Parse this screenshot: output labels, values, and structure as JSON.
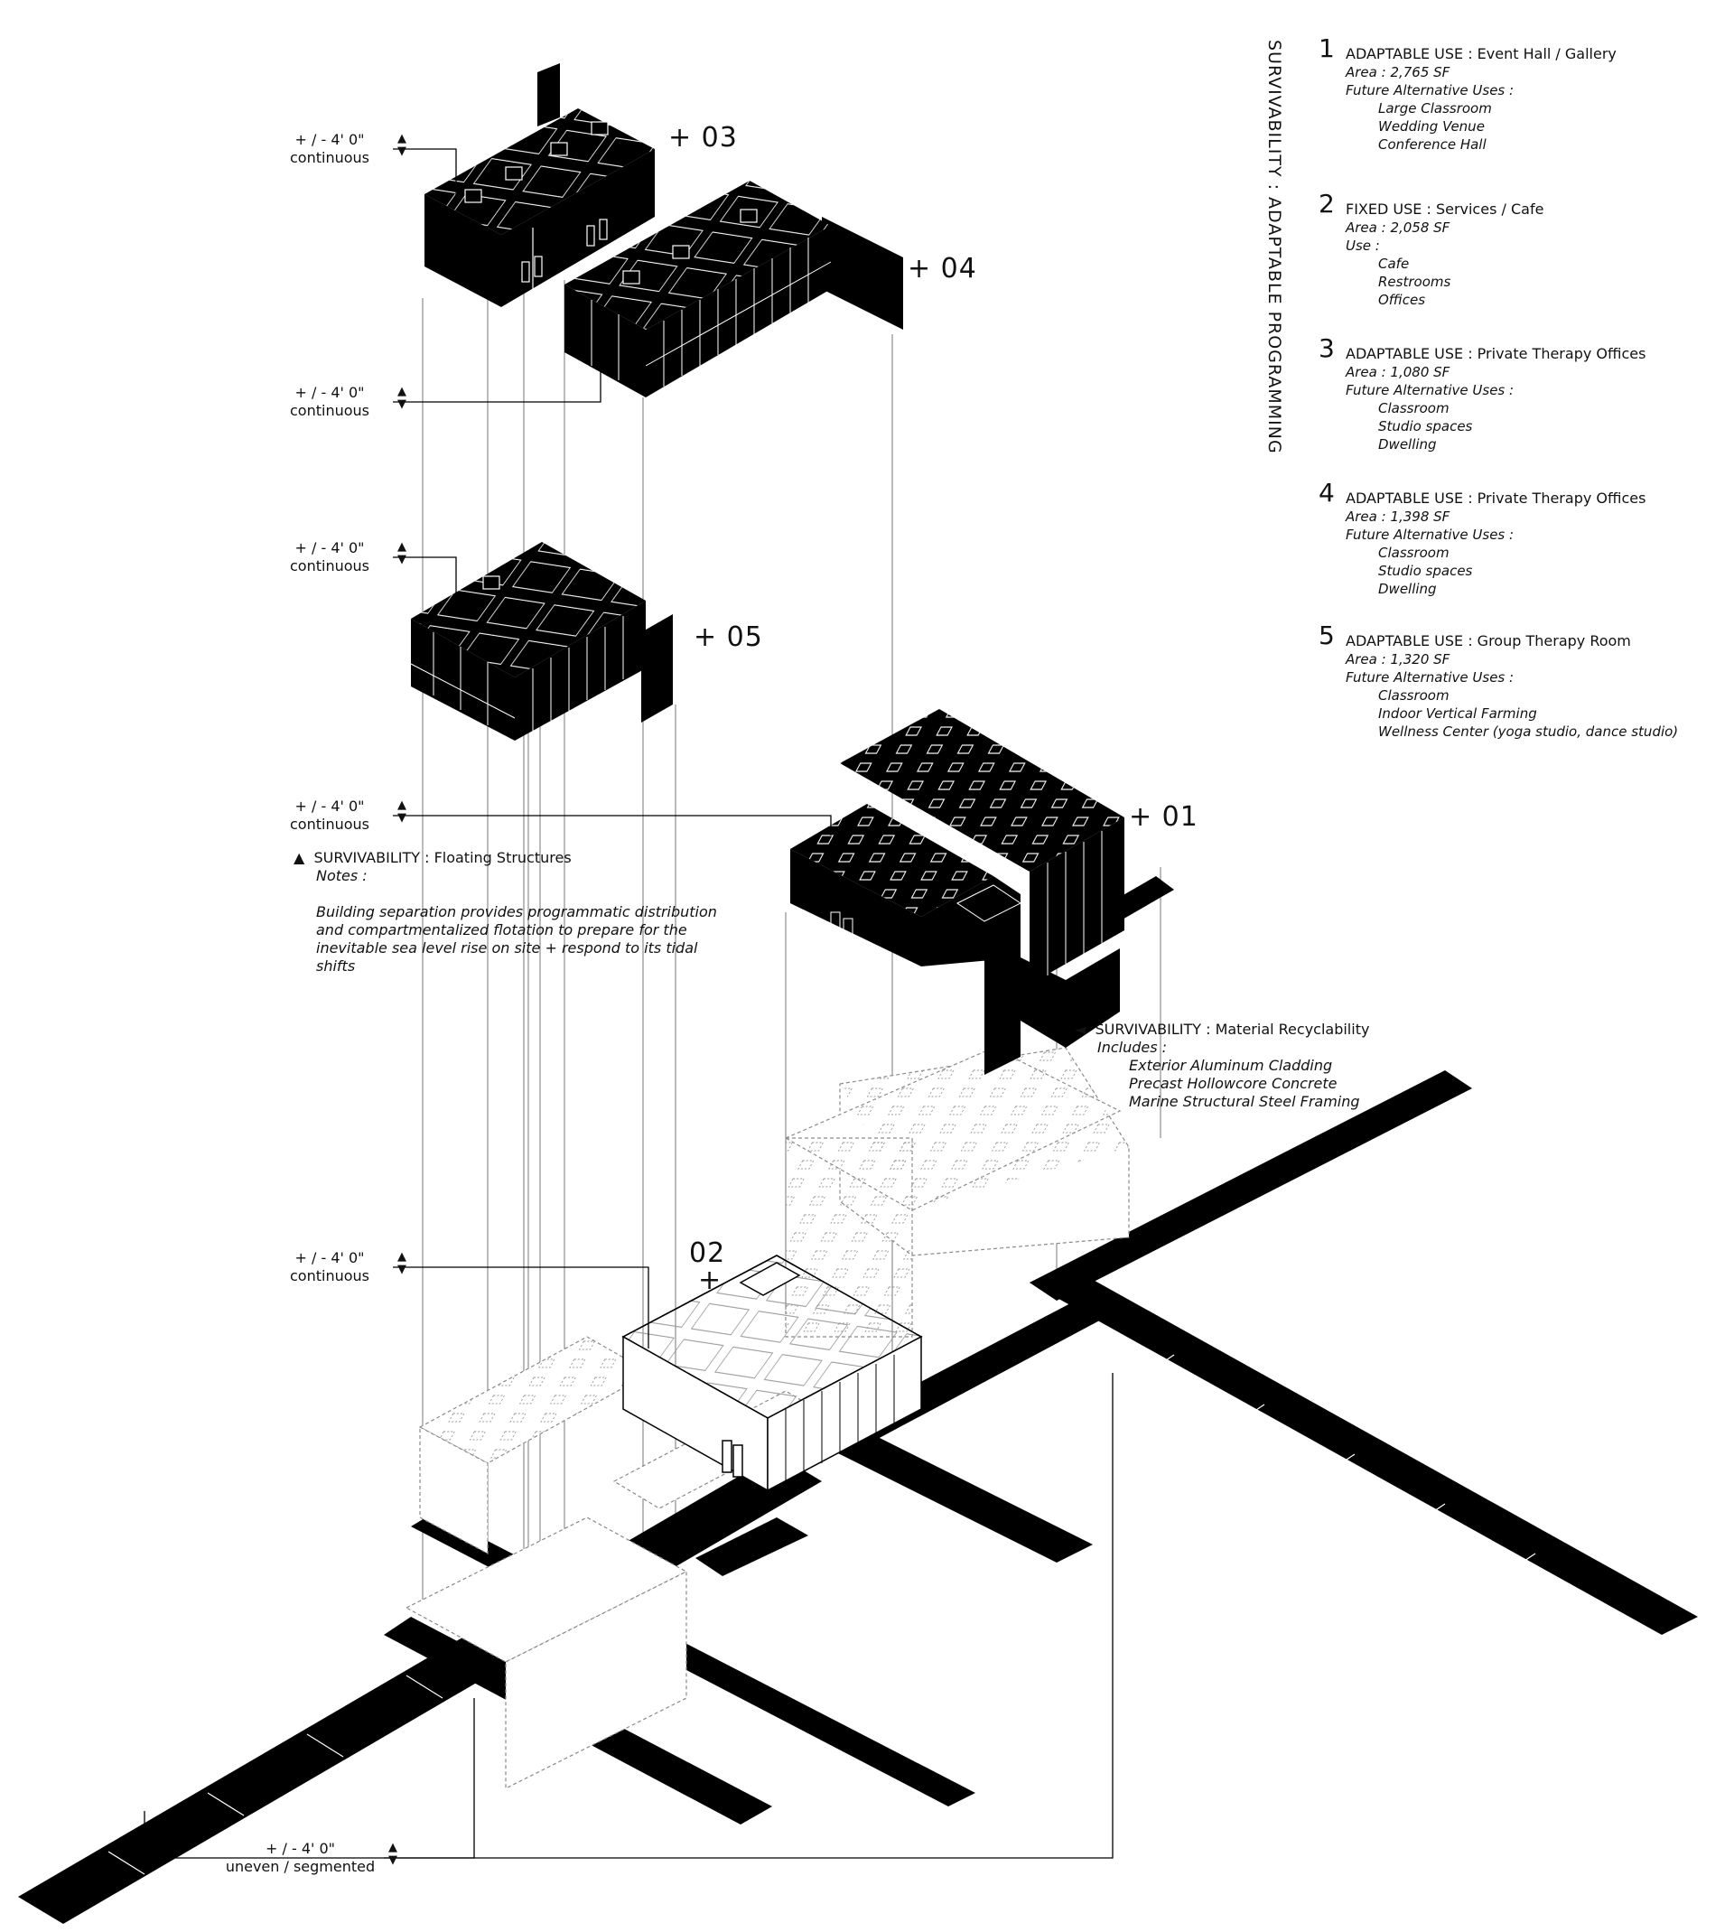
{
  "diagram_title": "SURVIVABILITY : ADAPTABLE PROGRAMMING",
  "level_markers": [
    {
      "value": "+ / - 4' 0\"",
      "desc": "continuous"
    },
    {
      "value": "+ / - 4' 0\"",
      "desc": "continuous"
    },
    {
      "value": "+ / - 4' 0\"",
      "desc": "continuous"
    },
    {
      "value": "+ / - 4' 0\"",
      "desc": "continuous"
    },
    {
      "value": "+ / - 4' 0\"",
      "desc": "continuous"
    },
    {
      "value": "+ / - 4' 0\"",
      "desc": "uneven / segmented"
    }
  ],
  "block_labels": [
    "+ 03",
    "+ 04",
    "+ 05",
    "+ 01",
    "02",
    "+"
  ],
  "programs": [
    {
      "num": "1",
      "title": "ADAPTABLE USE : Event Hall / Gallery",
      "area": "Area : 2,765 SF",
      "list_label": "Future Alternative Uses :",
      "items": [
        "Large Classroom",
        "Wedding Venue",
        "Conference Hall"
      ]
    },
    {
      "num": "2",
      "title": "FIXED USE : Services / Cafe",
      "area": "Area : 2,058 SF",
      "list_label": "Use :",
      "items": [
        "Cafe",
        "Restrooms",
        "Offices"
      ]
    },
    {
      "num": "3",
      "title": "ADAPTABLE USE : Private Therapy Offices",
      "area": "Area : 1,080 SF",
      "list_label": "Future Alternative Uses :",
      "items": [
        "Classroom",
        "Studio spaces",
        "Dwelling"
      ]
    },
    {
      "num": "4",
      "title": "ADAPTABLE USE : Private Therapy Offices",
      "area": "Area : 1,398 SF",
      "list_label": "Future Alternative Uses :",
      "items": [
        "Classroom",
        "Studio spaces",
        "Dwelling"
      ]
    },
    {
      "num": "5",
      "title": "ADAPTABLE USE : Group Therapy Room",
      "area": "Area : 1,320 SF",
      "list_label": "Future Alternative Uses :",
      "items": [
        "Classroom",
        "Indoor Vertical Farming",
        "Wellness Center (yoga studio, dance studio)"
      ]
    }
  ],
  "floating_note": {
    "marker": "▲",
    "title": "SURVIVABILITY : Floating Structures",
    "subtitle": "Notes :",
    "lines": [
      "Building separation provides programmatic distribution",
      "and compartmentalized flotation to prepare for the",
      "inevitable sea level rise on site + respond to its tidal",
      "shifts"
    ]
  },
  "material_note": {
    "marker": "◄",
    "title": "SURVIVABILITY : Material Recyclability",
    "subtitle": "Includes :",
    "items": [
      "Exterior Aluminum Cladding",
      "Precast Hollowcore Concrete",
      "Marine Structural Steel Framing"
    ]
  },
  "icons": {
    "level_arrows": "up-down-triangle-icon"
  },
  "colors": {
    "ink": "#000000",
    "ghost": "#8a8a8a",
    "paper": "#ffffff"
  }
}
